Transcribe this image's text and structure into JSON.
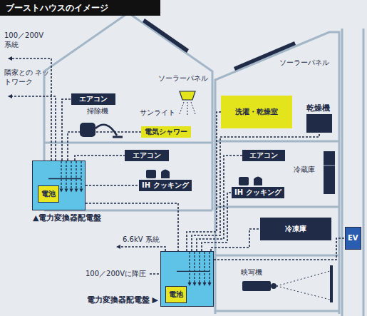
{
  "diagram": {
    "title": "ブーストハウスのイメージ",
    "nodes": [
      {
        "text": [
          "▲電力変換器配電盤"
        ]
      },
      {
        "text": [
          "電池"
        ],
        "in": 0
      },
      {
        "text": [
          "エアコン"
        ]
      },
      {
        "text": [
          "電気シャワー"
        ]
      },
      {
        "text": [
          "エアコン"
        ]
      },
      {
        "text": [
          "IH クッキング"
        ]
      },
      {
        "text": [
          "洗濯・乾燥室"
        ]
      },
      {
        "text": [
          "乾燥機"
        ]
      },
      {
        "text": [
          "エアコン"
        ]
      },
      {
        "text": [
          "IH クッキング"
        ]
      },
      {
        "text": [
          "冷凍庫"
        ]
      },
      {
        "text": [
          "EV"
        ]
      },
      {
        "text": [
          "電力変換器配電盤 ▶"
        ]
      },
      {
        "text": [
          "電池"
        ],
        "in": 12
      }
    ],
    "edges": [
      {
        "from": 0,
        "to": 2,
        "arrow": "none"
      },
      {
        "from": 0,
        "to": 3,
        "arrow": "none"
      },
      {
        "from": 0,
        "to": 4,
        "arrow": "none"
      },
      {
        "from": 0,
        "to": 5,
        "arrow": "none"
      },
      {
        "from": 0,
        "to": 12,
        "arrow": "none"
      },
      {
        "from": 12,
        "to": 6,
        "arrow": "none"
      },
      {
        "from": 12,
        "to": 7,
        "arrow": "none"
      },
      {
        "from": 12,
        "to": 8,
        "arrow": "none"
      },
      {
        "from": 12,
        "to": 9,
        "arrow": "none"
      },
      {
        "from": 12,
        "to": 10,
        "arrow": "none"
      },
      {
        "from": 12,
        "to": 11,
        "arrow": "none"
      }
    ],
    "labels": [
      "100／200V 系統",
      "隣家との ネットワーク",
      "ソーラーパネル",
      "ソーラーパネル",
      "サンライト",
      "掃除機",
      "冷蔵庫",
      "6.6kV 系統",
      "100／200Vに降圧",
      "映写機"
    ]
  }
}
